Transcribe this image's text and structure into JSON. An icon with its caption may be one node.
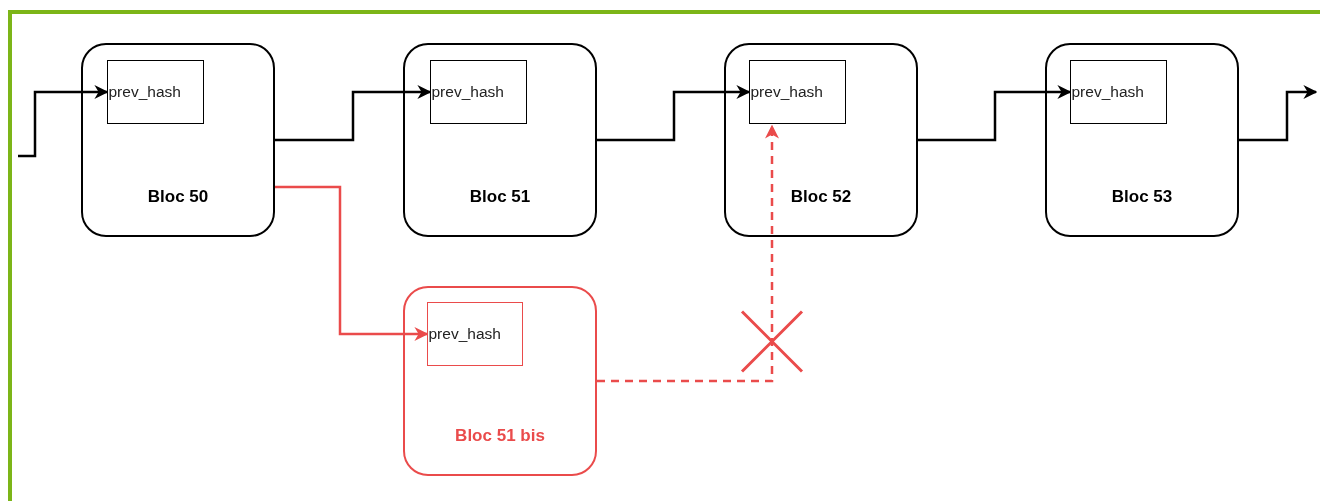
{
  "diagram": {
    "nodes": [
      {
        "text": [
          "Bloc 50"
        ]
      },
      {
        "text": [
          "prev_hash"
        ],
        "in": 0
      },
      {
        "text": [
          "Bloc 51"
        ]
      },
      {
        "text": [
          "prev_hash"
        ],
        "in": 2
      },
      {
        "text": [
          "Bloc 52"
        ]
      },
      {
        "text": [
          "prev_hash"
        ],
        "in": 4
      },
      {
        "text": [
          "Bloc 53"
        ]
      },
      {
        "text": [
          "prev_hash"
        ],
        "in": 6
      },
      {
        "text": [
          "Bloc 51 bis"
        ]
      },
      {
        "text": [
          "prev_hash"
        ],
        "in": 8
      }
    ],
    "edges": [
      {
        "from": null,
        "to": 1,
        "arrow": "to"
      },
      {
        "from": 0,
        "to": 3,
        "arrow": "to"
      },
      {
        "from": 2,
        "to": 5,
        "arrow": "to"
      },
      {
        "from": 4,
        "to": 7,
        "arrow": "to"
      },
      {
        "from": 6,
        "to": null,
        "arrow": "to"
      },
      {
        "from": 0,
        "to": 9,
        "arrow": "to",
        "color": "#ea4b4b"
      },
      {
        "from": 8,
        "to": 5,
        "arrow": "to",
        "style": "dashed",
        "color": "#ea4b4b"
      }
    ]
  }
}
